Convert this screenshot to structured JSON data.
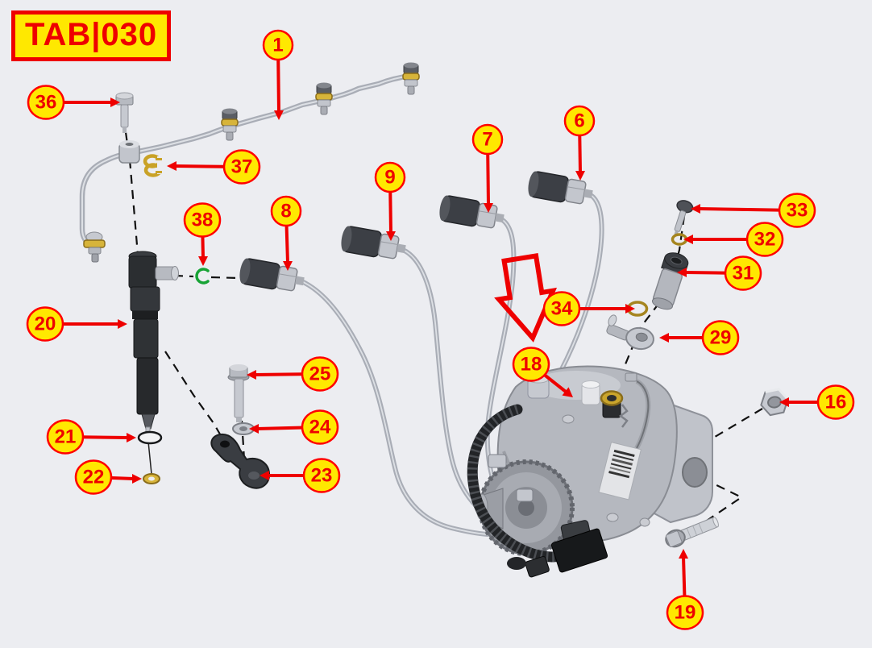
{
  "page": {
    "background_color": "#ecedf1"
  },
  "header": {
    "tab_label": "TAB|030"
  },
  "colors": {
    "accent_red": "#ee0000",
    "callout_yellow": "#ffe800",
    "callout_border": "#ff0000",
    "callout_text": "#ee0000",
    "dashed_guide": "#111111",
    "green_clip": "#17a335",
    "gold_washer": "#c9a227",
    "pipe_gray": "#a9adb6"
  },
  "callouts": {
    "c1": "1",
    "c6": "6",
    "c7": "7",
    "c8": "8",
    "c9": "9",
    "c16": "16",
    "c18": "18",
    "c19": "19",
    "c20": "20",
    "c21": "21",
    "c22": "22",
    "c23": "23",
    "c24": "24",
    "c25": "25",
    "c29": "29",
    "c31": "31",
    "c32": "32",
    "c33": "33",
    "c34": "34",
    "c36": "36",
    "c37": "37",
    "c38": "38"
  }
}
